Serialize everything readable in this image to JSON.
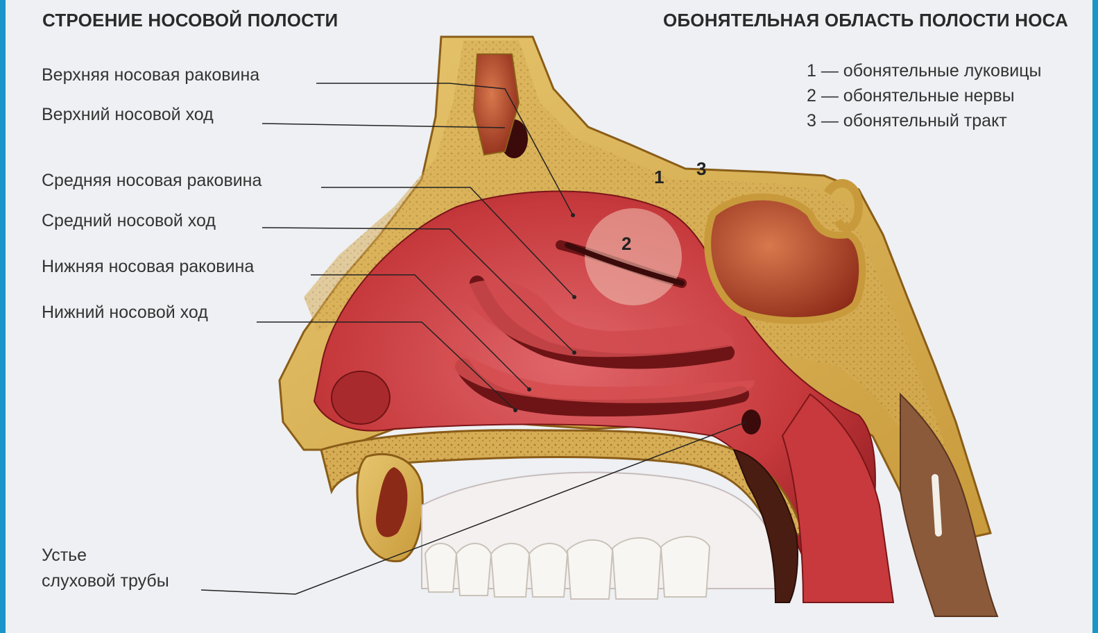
{
  "titles": {
    "left": "СТРОЕНИЕ НОСОВОЙ ПОЛОСТИ",
    "right": "ОБОНЯТЕЛЬНАЯ ОБЛАСТЬ ПОЛОСТИ НОСА"
  },
  "labels": [
    "Верхняя носовая раковина",
    "Верхний носовой ход",
    "Средняя носовая раковина",
    "Средний носовой ход",
    "Нижняя носовая раковина",
    "Нижний носовой ход"
  ],
  "tube_label": {
    "line1": "Устье",
    "line2": "слуховой трубы"
  },
  "legend": [
    "1 — обонятельные луковицы",
    "2 — обонятельные нервы",
    "3 — обонятельный тракт"
  ],
  "markers": {
    "one": "1",
    "two": "2",
    "three": "3"
  },
  "colors": {
    "background": "#eef0f3",
    "frame": "#1b95c8",
    "bone": "#d9b25a",
    "mucosa": "#c8403f",
    "cavity_dark": "#6e1416"
  }
}
